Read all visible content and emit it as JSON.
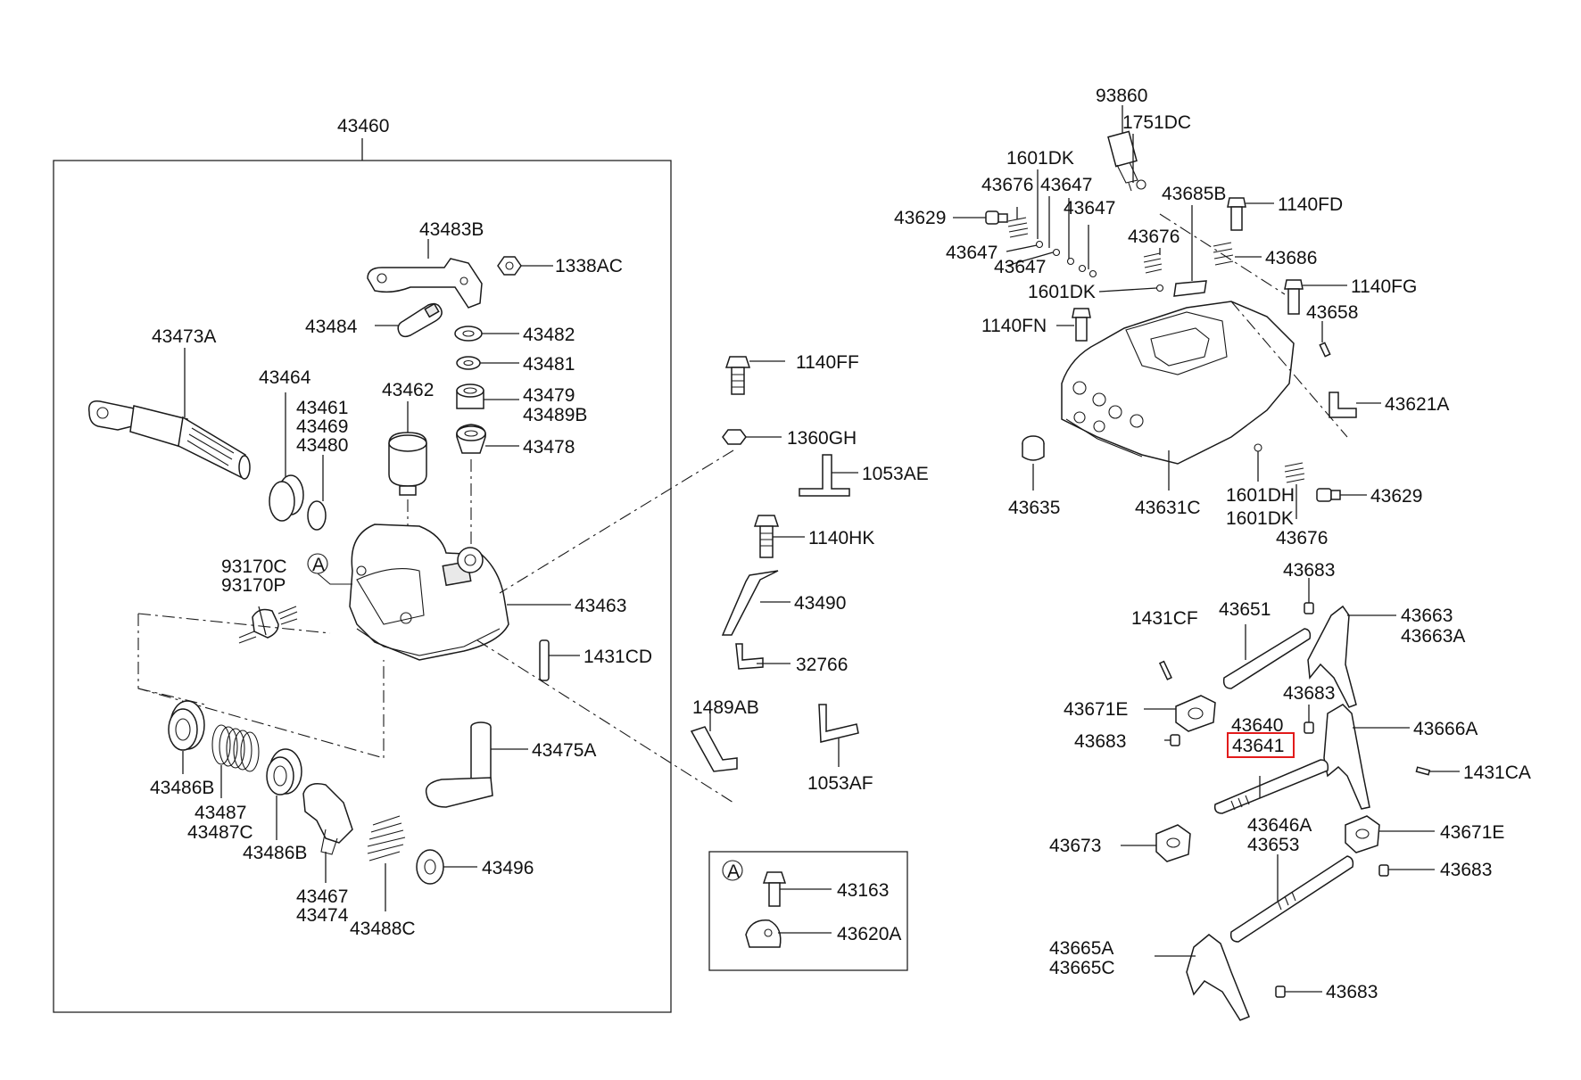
{
  "highlight_color": "#e21b1b",
  "callout_letter": "A",
  "labels": {
    "l_43460": "43460",
    "l_43483B": "43483B",
    "l_1338AC": "1338AC",
    "l_43484": "43484",
    "l_43482": "43482",
    "l_43481": "43481",
    "l_43479": "43479",
    "l_43489B": "43489B",
    "l_43478": "43478",
    "l_43473A": "43473A",
    "l_43464": "43464",
    "l_43461": "43461",
    "l_43469": "43469",
    "l_43480": "43480",
    "l_43462": "43462",
    "l_93170C": "93170C",
    "l_93170P": "93170P",
    "l_43463": "43463",
    "l_1431CD": "1431CD",
    "l_43475A": "43475A",
    "l_43486B_1": "43486B",
    "l_43487": "43487",
    "l_43487C": "43487C",
    "l_43486B_2": "43486B",
    "l_43467": "43467",
    "l_43474": "43474",
    "l_43488C": "43488C",
    "l_43496": "43496",
    "l_1140FF": "1140FF",
    "l_1360GH": "1360GH",
    "l_1053AE": "1053AE",
    "l_1140HK": "1140HK",
    "l_43490": "43490",
    "l_32766": "32766",
    "l_1489AB": "1489AB",
    "l_1053AF": "1053AF",
    "l_43163": "43163",
    "l_43620A": "43620A",
    "l_93860": "93860",
    "l_1751DC": "1751DC",
    "l_1601DK_1": "1601DK",
    "l_43676_1": "43676",
    "l_43647_1": "43647",
    "l_43685B": "43685B",
    "l_1140FD": "1140FD",
    "l_43629_1": "43629",
    "l_43647_2": "43647",
    "l_43676_2": "43676",
    "l_43647_3": "43647",
    "l_43686": "43686",
    "l_43647_4": "43647",
    "l_1601DK_2": "1601DK",
    "l_1140FG": "1140FG",
    "l_1140FN": "1140FN",
    "l_43658": "43658",
    "l_43621A": "43621A",
    "l_43635": "43635",
    "l_43631C": "43631C",
    "l_1601DH": "1601DH",
    "l_1601DK_3": "1601DK",
    "l_43629_2": "43629",
    "l_43676_3": "43676",
    "l_43683_1": "43683",
    "l_1431CF": "1431CF",
    "l_43651": "43651",
    "l_43663": "43663",
    "l_43663A": "43663A",
    "l_43683_2": "43683",
    "l_43671E_1": "43671E",
    "l_43640": "43640",
    "l_43666A": "43666A",
    "l_43683_3": "43683",
    "l_43641": "43641",
    "l_1431CA": "1431CA",
    "l_43646A": "43646A",
    "l_43653": "43653",
    "l_43673": "43673",
    "l_43671E_2": "43671E",
    "l_43683_4": "43683",
    "l_43665A": "43665A",
    "l_43665C": "43665C",
    "l_43683_5": "43683"
  }
}
